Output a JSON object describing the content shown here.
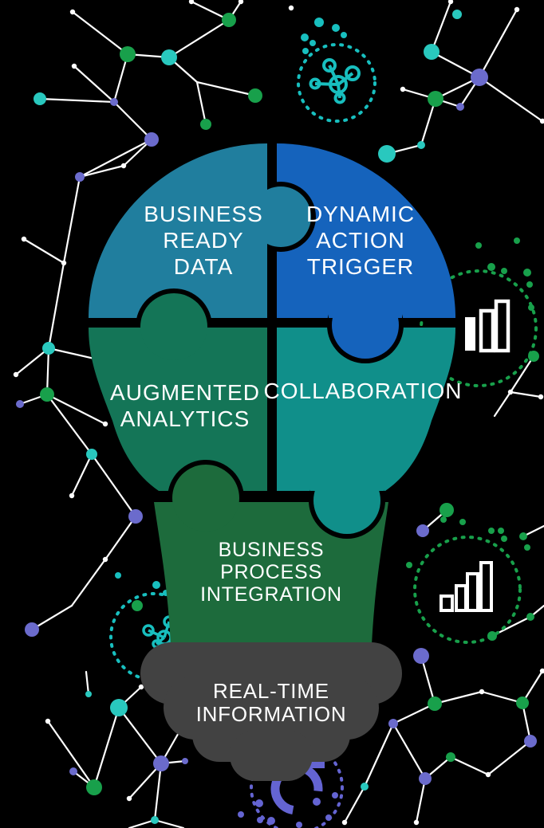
{
  "palette": {
    "background": "#000000",
    "network_line": "#FFFFFF",
    "node_green": "#18A04B",
    "node_teal": "#29C8BE",
    "node_purple": "#6B6BCC",
    "icon_teal": "#18BFBF",
    "icon_green": "#18A04B",
    "icon_purple": "#6464D2",
    "icon_white": "#FFFFFF",
    "gap_black": "#000000",
    "label_text": "#FFFFFF"
  },
  "pieces": {
    "business_ready_data": {
      "label": "BUSINESS\nREADY\nDATA",
      "color": "#207E9E"
    },
    "dynamic_action_trigger": {
      "label": "DYNAMIC\nACTION\nTRIGGER",
      "color": "#1563BC"
    },
    "augmented_analytics": {
      "label": "AUGMENTED\nANALYTICS",
      "color": "#147557"
    },
    "collaboration": {
      "label": "COLLABORATION",
      "color": "#108F8A"
    },
    "business_process_integration": {
      "label": "BUSINESS\nPROCESS\nINTEGRATION",
      "color": "#1D6B3C"
    },
    "real_time_information": {
      "label": "REAL-TIME\nINFORMATION",
      "color": "#424242"
    }
  },
  "icons": {
    "molecule_top": {
      "name": "molecule-icon",
      "color": "#18BFBF"
    },
    "molecule_left": {
      "name": "molecule-icon",
      "color": "#18BFBF"
    },
    "bar_chart_upper": {
      "name": "bar-chart-icon",
      "color": "#FFFFFF",
      "ring": "#18A04B"
    },
    "bar_chart_lower": {
      "name": "bar-chart-icon",
      "color": "#FFFFFF",
      "ring": "#18A04B"
    },
    "gauge": {
      "name": "gauge-icon",
      "color": "#6464D2"
    }
  }
}
